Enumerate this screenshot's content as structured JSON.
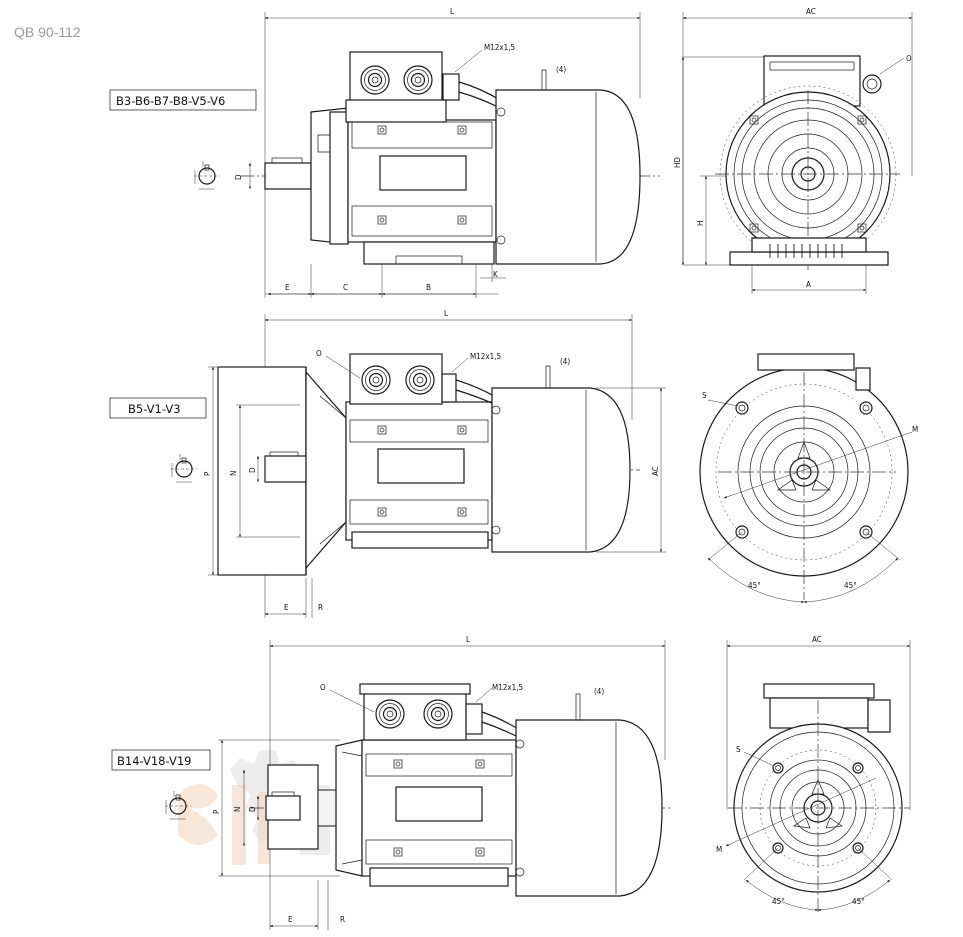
{
  "document": {
    "code": "QB 90-112"
  },
  "views": [
    {
      "id": "foot",
      "mounting_label": "B3-B6-B7-B8-V5-V6",
      "dims": {
        "L": "L",
        "E": "E",
        "C": "C",
        "B": "B",
        "K": "K",
        "D": "D",
        "AC": "AC",
        "HD": "HD",
        "H": "H",
        "A": "A",
        "O": "O",
        "thread": "M12x1,5",
        "note": "(4)"
      }
    },
    {
      "id": "flange_b5",
      "mounting_label": "B5-V1-V3",
      "dims": {
        "L": "L",
        "E": "E",
        "R": "R",
        "D": "D",
        "N": "N",
        "P": "P",
        "AC": "AC",
        "O": "O",
        "S": "S",
        "M": "M",
        "angle1": "45°",
        "angle2": "45°",
        "thread": "M12x1,5",
        "note": "(4)"
      }
    },
    {
      "id": "flange_b14",
      "mounting_label": "B14-V18-V19",
      "dims": {
        "L": "L",
        "E": "E",
        "R": "R",
        "D": "D",
        "N": "N",
        "P": "P",
        "AC": "AC",
        "O": "O",
        "S": "S",
        "M": "M",
        "angle1": "45°",
        "angle2": "45°",
        "thread": "M12x1,5",
        "note": "(4)"
      }
    }
  ],
  "icons": {
    "watermark": "gear-logo-watermark",
    "shaft_key": "shaft-keyway-icon"
  }
}
